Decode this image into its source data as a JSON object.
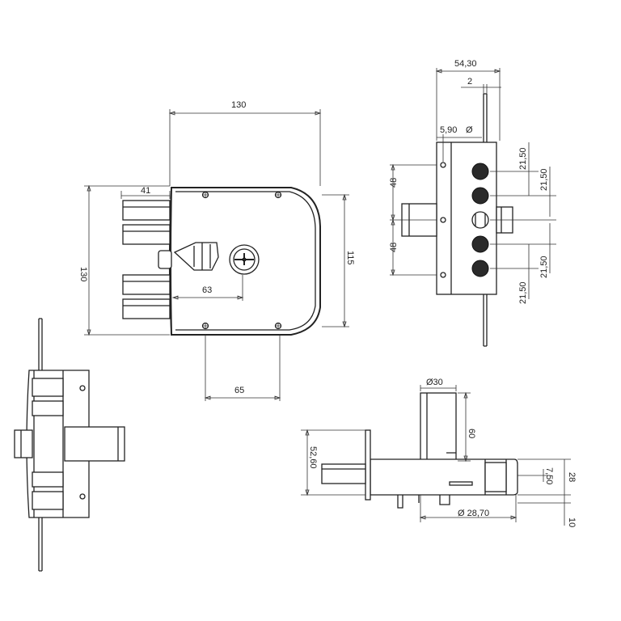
{
  "front_view": {
    "width_dim": "130",
    "height_dim": "130",
    "backset_dim": "41",
    "inner_height_dim": "115",
    "key_offset_dim": "63",
    "screw_spacing_dim": "65"
  },
  "side_view": {
    "total_width_dim": "54,30",
    "plate_dim": "2",
    "hole_dim": "5,90",
    "diameter_symbol": "Ø",
    "upper_dim": "48",
    "lower_dim": "48",
    "bolt_spacing_1": "21,50",
    "bolt_spacing_2": "21,50",
    "bolt_spacing_3": "21,50",
    "bolt_spacing_4": "21,50"
  },
  "bottom_view": {
    "cylinder_dim": "Ø30",
    "cylinder_height_dim": "60",
    "body_height_dim": "52,60",
    "offset_dim": "7,50",
    "depth_dim": "28",
    "base_dim": "10",
    "bottom_diameter_dim": "Ø 28,70"
  }
}
